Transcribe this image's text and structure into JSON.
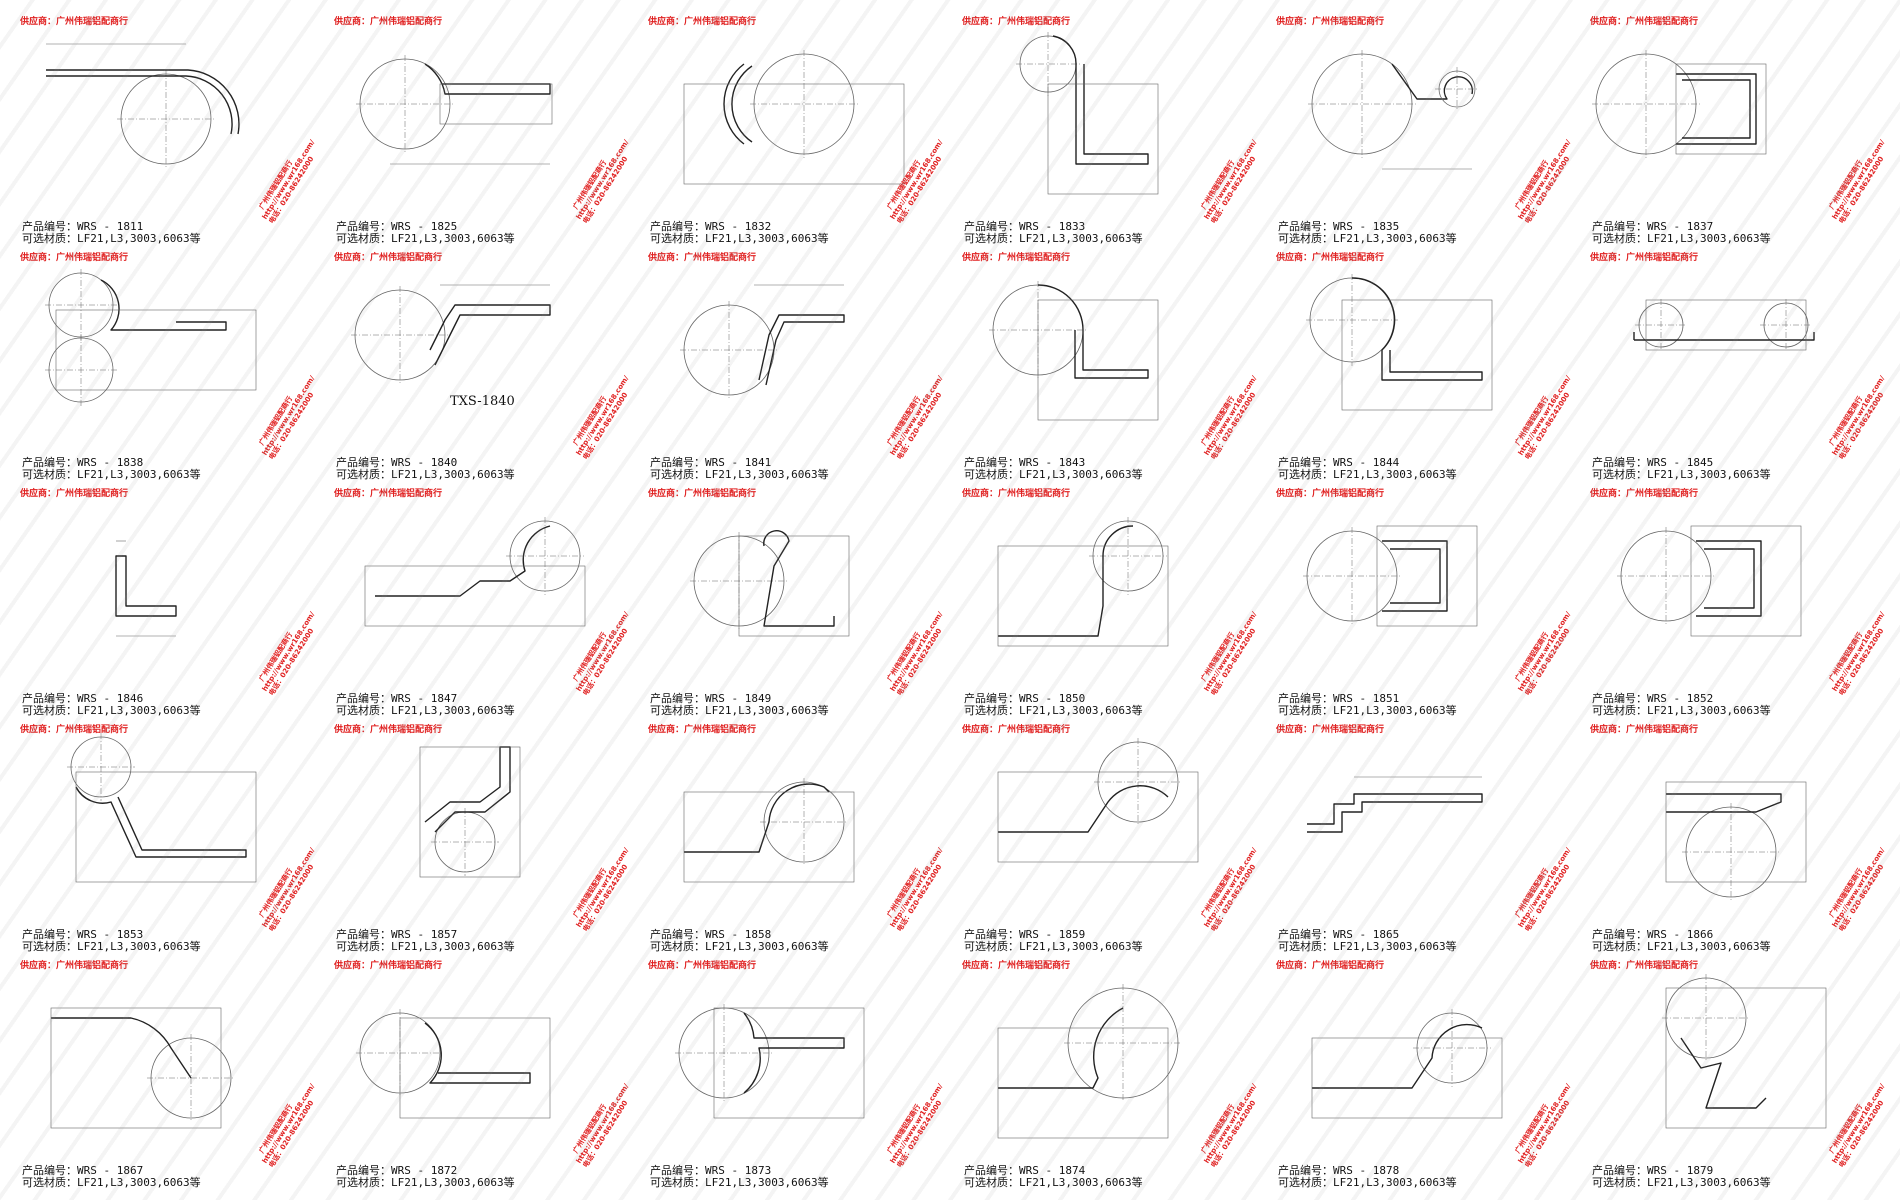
{
  "supplier_label": "供应商：广州伟瑞铝配商行",
  "stamp": {
    "name": "广州伟瑞铝配商行",
    "url": "http://www.wr168.com/",
    "phone": "电话：020-86242000"
  },
  "material_label": "可选材质：LF21,L3,3003,6063等",
  "caption_1840": "TXS-1840",
  "products": [
    {
      "code": "产品编号：WRS - 1811"
    },
    {
      "code": "产品编号：WRS - 1825"
    },
    {
      "code": "产品编号：WRS - 1832"
    },
    {
      "code": "产品编号：WRS - 1833"
    },
    {
      "code": "产品编号：WRS - 1835"
    },
    {
      "code": "产品编号：WRS - 1837"
    },
    {
      "code": "产品编号：WRS - 1838"
    },
    {
      "code": "产品编号：WRS - 1840"
    },
    {
      "code": "产品编号：WRS - 1841"
    },
    {
      "code": "产品编号：WRS - 1843"
    },
    {
      "code": "产品编号：WRS - 1844"
    },
    {
      "code": "产品编号：WRS - 1845"
    },
    {
      "code": "产品编号：WRS - 1846"
    },
    {
      "code": "产品编号：WRS - 1847"
    },
    {
      "code": "产品编号：WRS - 1849"
    },
    {
      "code": "产品编号：WRS - 1850"
    },
    {
      "code": "产品编号：WRS - 1851"
    },
    {
      "code": "产品编号：WRS - 1852"
    },
    {
      "code": "产品编号：WRS - 1853"
    },
    {
      "code": "产品编号：WRS - 1857"
    },
    {
      "code": "产品编号：WRS - 1858"
    },
    {
      "code": "产品编号：WRS - 1859"
    },
    {
      "code": "产品编号：WRS - 1865"
    },
    {
      "code": "产品编号：WRS - 1866"
    },
    {
      "code": "产品编号：WRS - 1867"
    },
    {
      "code": "产品编号：WRS - 1872"
    },
    {
      "code": "产品编号：WRS - 1873"
    },
    {
      "code": "产品编号：WRS - 1874"
    },
    {
      "code": "产品编号：WRS - 1878"
    },
    {
      "code": "产品编号：WRS - 1879"
    }
  ],
  "colors": {
    "supplier_red": "#e02020",
    "line": "#222222",
    "dimension": "#555555"
  }
}
